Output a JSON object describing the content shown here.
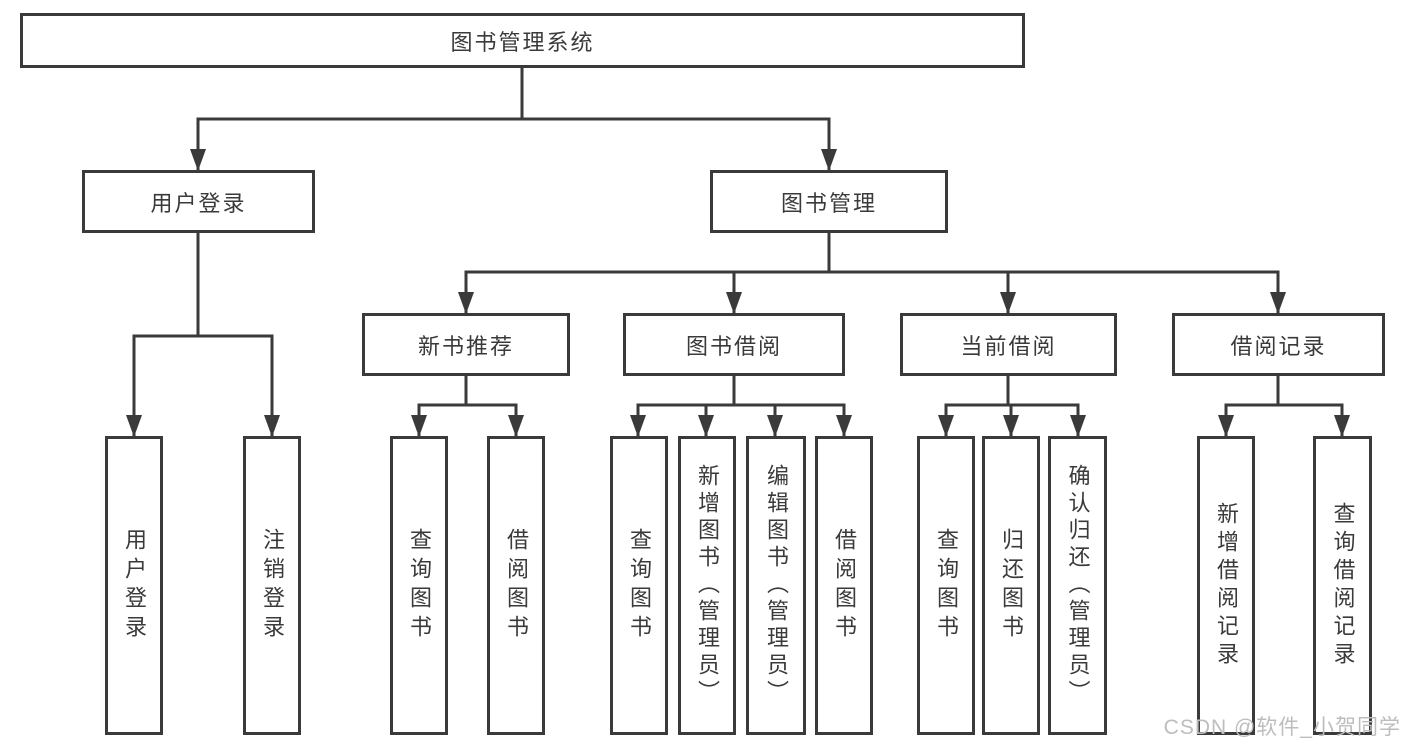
{
  "diagram": {
    "root": "图书管理系统",
    "user_login": {
      "label": "用户登录",
      "children": [
        "用户登录",
        "注销登录"
      ]
    },
    "book_management": {
      "label": "图书管理",
      "sections": {
        "new_book": {
          "label": "新书推荐",
          "children": [
            "查询图书",
            "借阅图书"
          ]
        },
        "borrow": {
          "label": "图书借阅",
          "children": [
            "查询图书",
            "新增图书（管理员）",
            "编辑图书（管理员）",
            "借阅图书"
          ]
        },
        "current": {
          "label": "当前借阅",
          "children": [
            "查询图书",
            "归还图书",
            "确认归还（管理员）"
          ]
        },
        "records": {
          "label": "借阅记录",
          "children": [
            "新增借阅记录",
            "查询借阅记录"
          ]
        }
      }
    }
  },
  "watermark": "CSDN @软件_小贺同学",
  "colors": {
    "line": "#3a3a3a",
    "text": "#3a3a3a",
    "box_background": "#ffffff",
    "watermark": "#bdbdbd",
    "background": "#ffffff"
  }
}
